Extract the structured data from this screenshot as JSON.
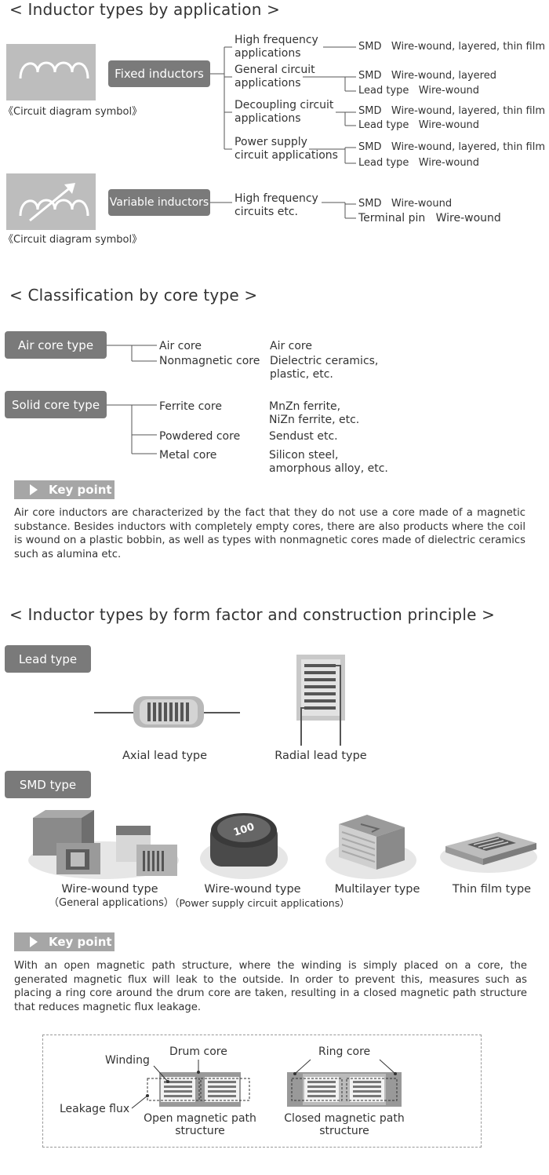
{
  "app": {
    "title1": "< Inductor types by application >",
    "fixed_label": "Fixed inductors",
    "variable_label": "Variable inductors",
    "symbol_caption": "《Circuit diagram symbol》",
    "fixed_apps": [
      {
        "app": "High frequency\napplications",
        "lines": [
          "SMD   Wire-wound, layered, thin film"
        ]
      },
      {
        "app": "General circuit\napplications",
        "lines": [
          "SMD   Wire-wound, layered",
          "Lead type   Wire-wound"
        ]
      },
      {
        "app": "Decoupling circuit\napplications",
        "lines": [
          "SMD   Wire-wound, layered, thin film",
          "Lead type   Wire-wound"
        ]
      },
      {
        "app": "Power supply\ncircuit applications",
        "lines": [
          "SMD   Wire-wound, layered, thin film",
          "Lead type   Wire-wound"
        ]
      }
    ],
    "variable_app": "High frequency\ncircuits etc.",
    "variable_lines": [
      "SMD   Wire-wound",
      "Terminal pin   Wire-wound"
    ]
  },
  "core": {
    "title": "< Classification by core type >",
    "air_label": "Air core type",
    "solid_label": "Solid core type",
    "air_items": [
      {
        "name": "Air core",
        "material": "Air core"
      },
      {
        "name": "Nonmagnetic core",
        "material": "Dielectric ceramics,\nplastic, etc."
      }
    ],
    "solid_items": [
      {
        "name": "Ferrite core",
        "material": "MnZn ferrite,\nNiZn ferrite, etc."
      },
      {
        "name": "Powdered core",
        "material": "Sendust etc."
      },
      {
        "name": "Metal core",
        "material": "Silicon steel,\namorphous alloy, etc."
      }
    ],
    "keypoint_label": "Key point",
    "keypoint_text": "Air core inductors are characterized by the fact that they do not use a core made of a magnetic substance. Besides inductors with completely empty cores, there are also products where the coil is wound on a plastic bobbin, as well as types with nonmagnetic cores made of dielectric ceramics such as alumina etc."
  },
  "form": {
    "title": "< Inductor types by form factor and construction principle >",
    "lead_label": "Lead type",
    "axial_caption": "Axial lead type",
    "radial_caption": "Radial lead type",
    "smd_label": "SMD type",
    "smd_captions": [
      {
        "main": "Wire-wound type",
        "sub": "（General applications）"
      },
      {
        "main": "Wire-wound type",
        "sub": "（Power supply circuit applications）"
      },
      {
        "main": "Multilayer type",
        "sub": ""
      },
      {
        "main": "Thin film type",
        "sub": ""
      }
    ],
    "chip_marking": "100",
    "keypoint_label": "Key point",
    "keypoint_text": "With an open magnetic path structure, where the winding is simply placed on a core, the generated magnetic flux will leak to the outside. In order to prevent this, measures such as placing a ring core around the drum core are taken, resulting in a closed magnetic path structure that reduces magnetic flux leakage.",
    "diagram": {
      "winding": "Winding",
      "drum_core": "Drum core",
      "leakage_flux": "Leakage flux",
      "open_caption": "Open magnetic path\nstructure",
      "ring_core": "Ring core",
      "closed_caption": "Closed magnetic path\nstructure"
    }
  },
  "colors": {
    "label_bg": "#7a7a7a",
    "symbol_bg": "#bdbdbd",
    "keypoint_bg": "#a6a6a6",
    "line": "#555555"
  }
}
